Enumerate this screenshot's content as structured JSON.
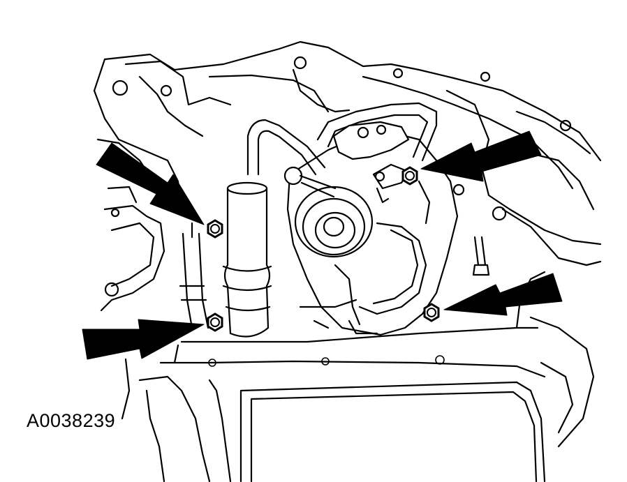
{
  "figure": {
    "id_label": "A0038239"
  },
  "style": {
    "line_color": "#000000",
    "background_color": "#ffffff"
  },
  "callouts": [
    {
      "name": "arrow-upper-left",
      "target": "bolt-upper-left"
    },
    {
      "name": "arrow-upper-right",
      "target": "bolt-upper-right"
    },
    {
      "name": "arrow-lower-left",
      "target": "bolt-lower-left"
    },
    {
      "name": "arrow-lower-right",
      "target": "bolt-lower-right"
    }
  ]
}
